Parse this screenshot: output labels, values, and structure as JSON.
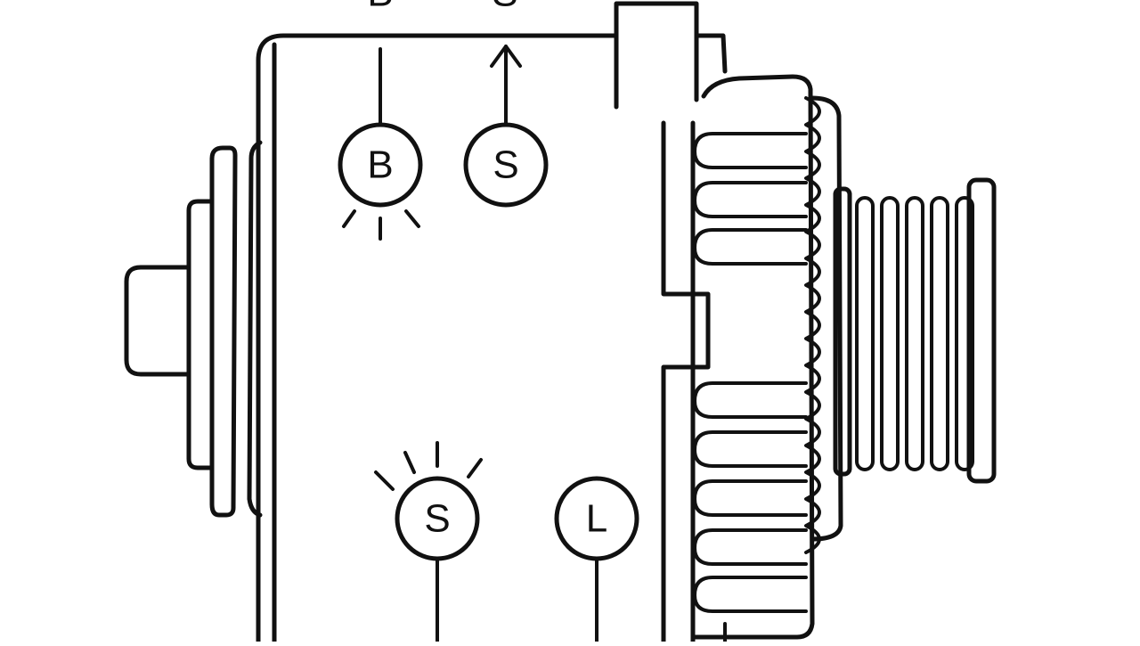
{
  "diagram": {
    "colors": {
      "line": "#111111",
      "background": "#ffffff"
    },
    "top_labels": [
      "B",
      "S"
    ],
    "terminals": {
      "b": {
        "letter": "B",
        "lamp": true
      },
      "s_upper": {
        "letter": "S",
        "lamp": false
      },
      "s_lower": {
        "letter": "S",
        "lamp": true
      },
      "l": {
        "letter": "L",
        "lamp": false
      }
    }
  }
}
